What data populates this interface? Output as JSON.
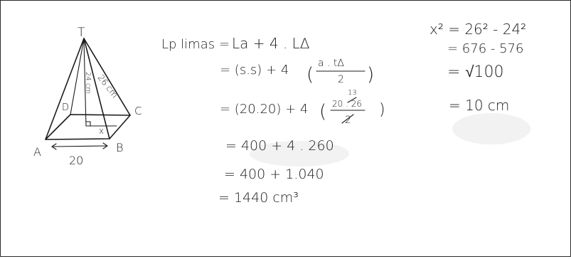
{
  "figure": {
    "apex_label": "T",
    "vertex_a": "A",
    "vertex_b": "B",
    "vertex_c": "C",
    "vertex_d": "D",
    "slant_edge_label": "26 cm",
    "height_label": "24 cm",
    "half_base_label": "x",
    "base_edge_label": "20"
  },
  "work_left": {
    "line1_lhs": "Lp limas",
    "line1_rhs": "La + 4 . L∆",
    "line2_a": "= (s.s) + 4",
    "line2_num": "a . t∆",
    "line2_den": "2",
    "line2_close": ")",
    "line3_a": "= (20.20) + 4",
    "line3_num": "20 . 26",
    "line3_strike_value": "13",
    "line3_den": "2",
    "line3_close": ")",
    "line4": "= 400 + 4 . 260",
    "line5": "= 400 + 1.040",
    "line6": "= 1440 cm³"
  },
  "work_right": {
    "line1": "x² = 26² - 24²",
    "line2": "= 676 - 576",
    "line3": "= √100",
    "line4": "= 10 cm"
  }
}
